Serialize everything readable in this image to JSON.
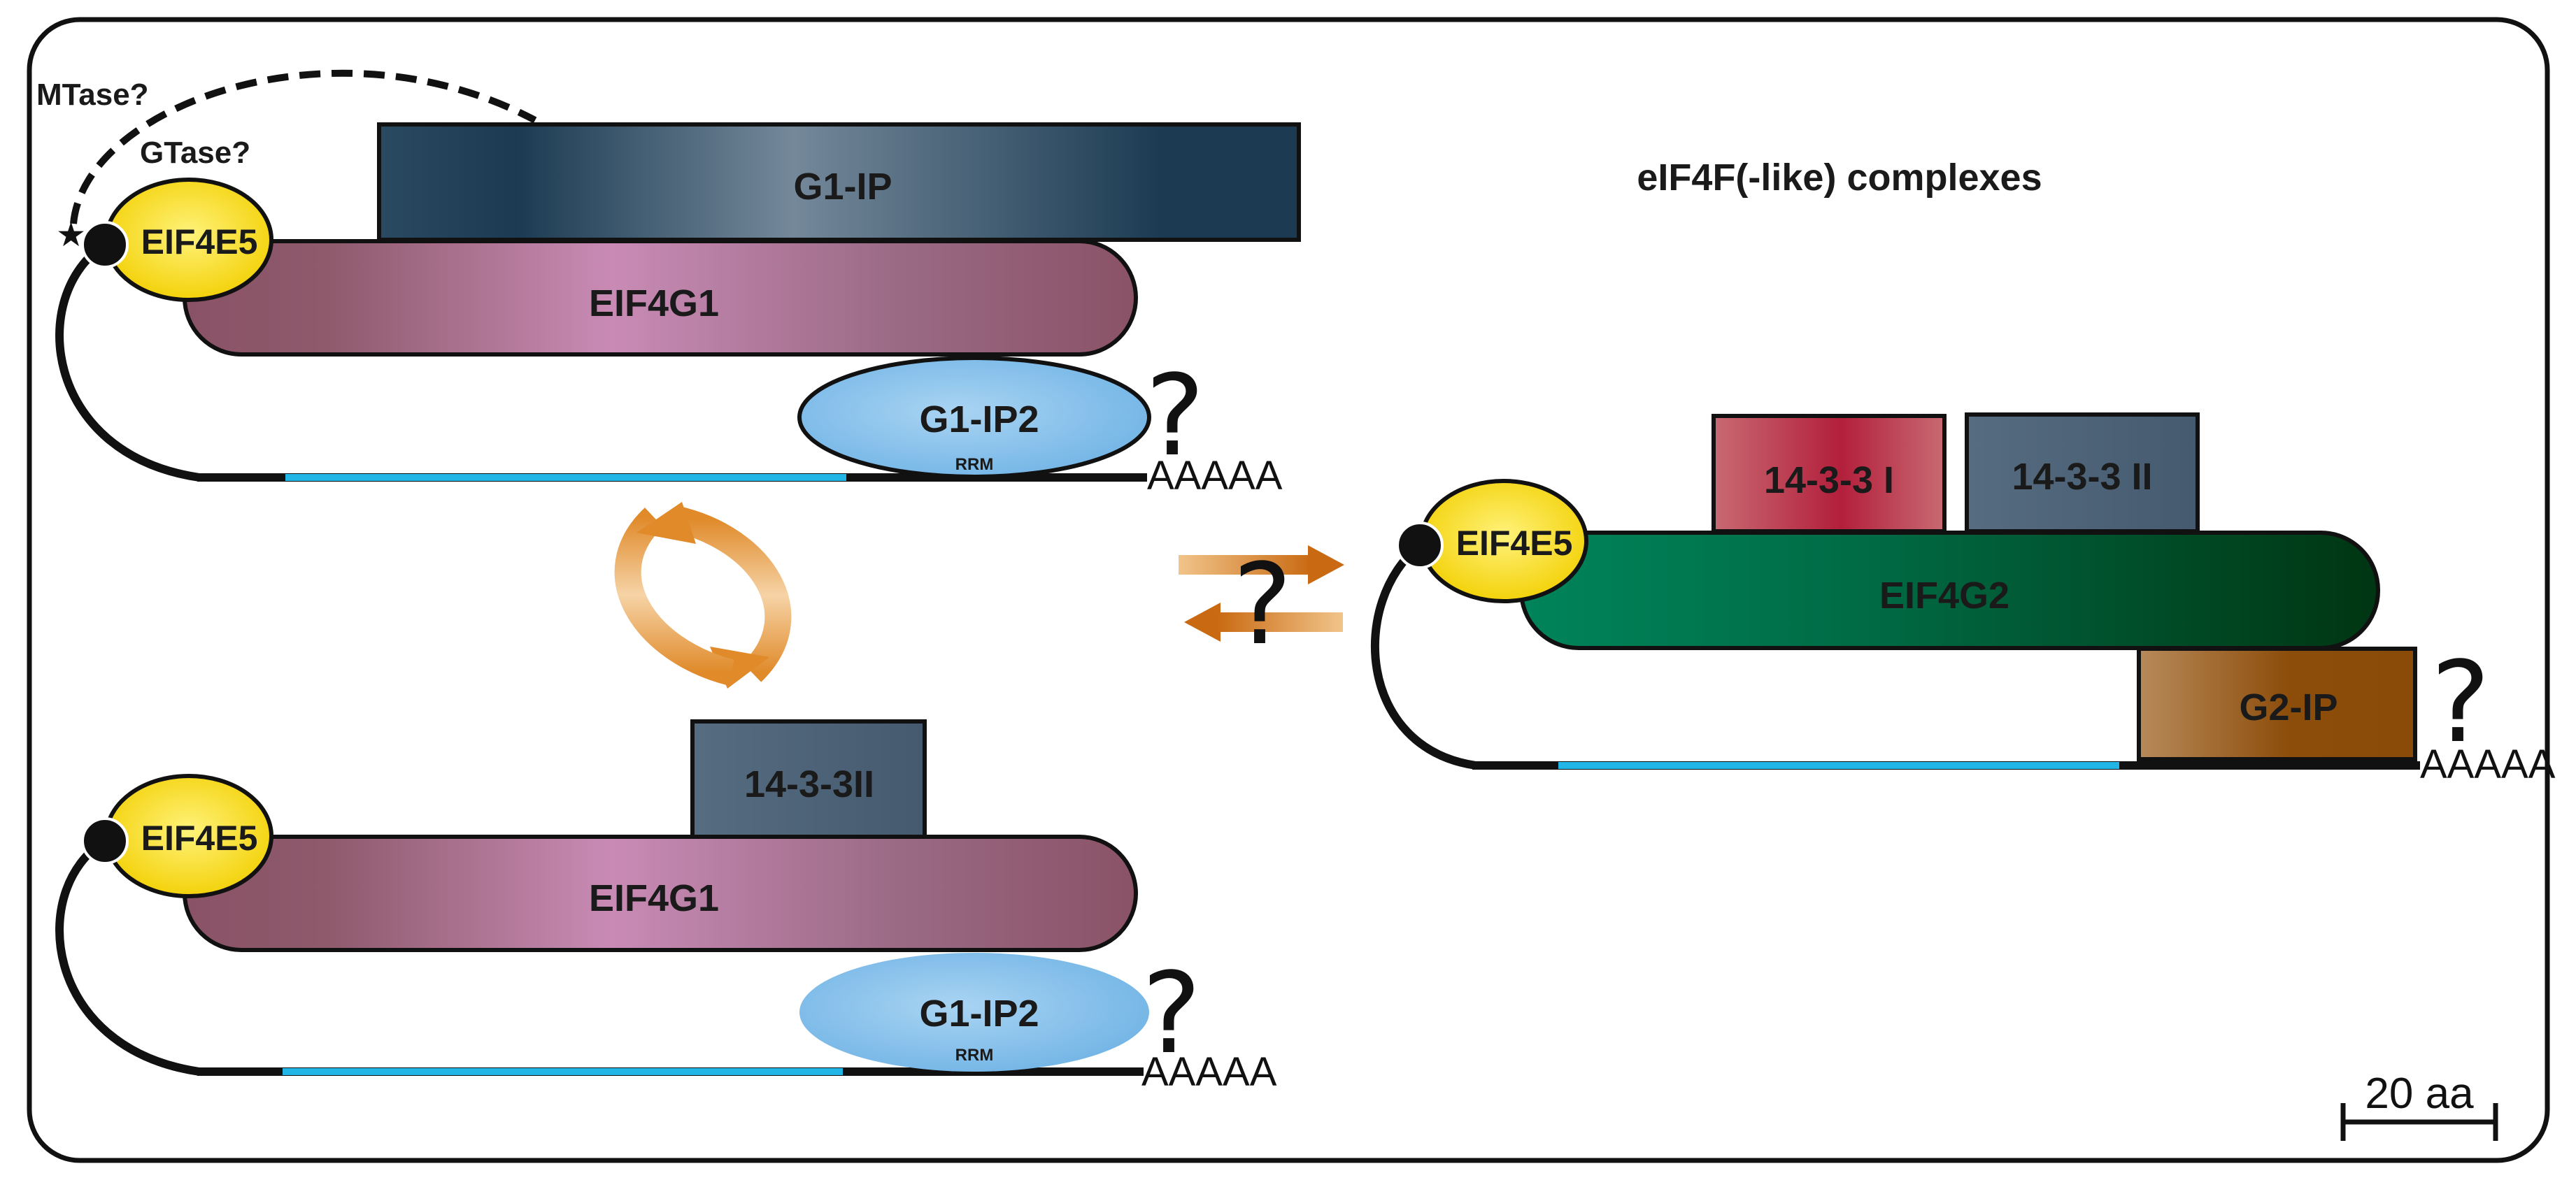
{
  "title": "eIF4F(-like) complexes",
  "top_complex": {
    "cap_label": "EIF4E5",
    "scaffold_label": "EIF4G1",
    "top_box_label": "G1-IP",
    "binder_label": "G1-IP2",
    "binder_sub": "RRM",
    "question": "?",
    "polya": "AAAAA",
    "mtase": "MTase?",
    "gtase": "GTase?"
  },
  "bottom_complex": {
    "cap_label": "EIF4E5",
    "scaffold_label": "EIF4G1",
    "top_box_label": "14-3-3II",
    "binder_label": "G1-IP2",
    "binder_sub": "RRM",
    "question": "?",
    "polya": "AAAAA"
  },
  "right_complex": {
    "cap_label": "EIF4E5",
    "scaffold_label": "EIF4G2",
    "box1_label": "14-3-3 I",
    "box2_label": "14-3-3 II",
    "binder_label": "G2-IP",
    "question": "?",
    "polya": "AAAAA"
  },
  "equilibrium": {
    "question": "?"
  },
  "scale_bar": {
    "label": "20 aa"
  },
  "colors": {
    "eif4e": "#f5d400",
    "eif4g1": "#c98bb5",
    "eif4g2": "#006b45",
    "g1ip": "#1e3e55",
    "g1ip2": "#7bbbe8",
    "box1433": "#4c6276",
    "box1433_I": "#b0243c",
    "g2ip": "#9a5a10",
    "mrna_cyan": "#21b6e6",
    "arrow_orange": "#d2822a"
  }
}
